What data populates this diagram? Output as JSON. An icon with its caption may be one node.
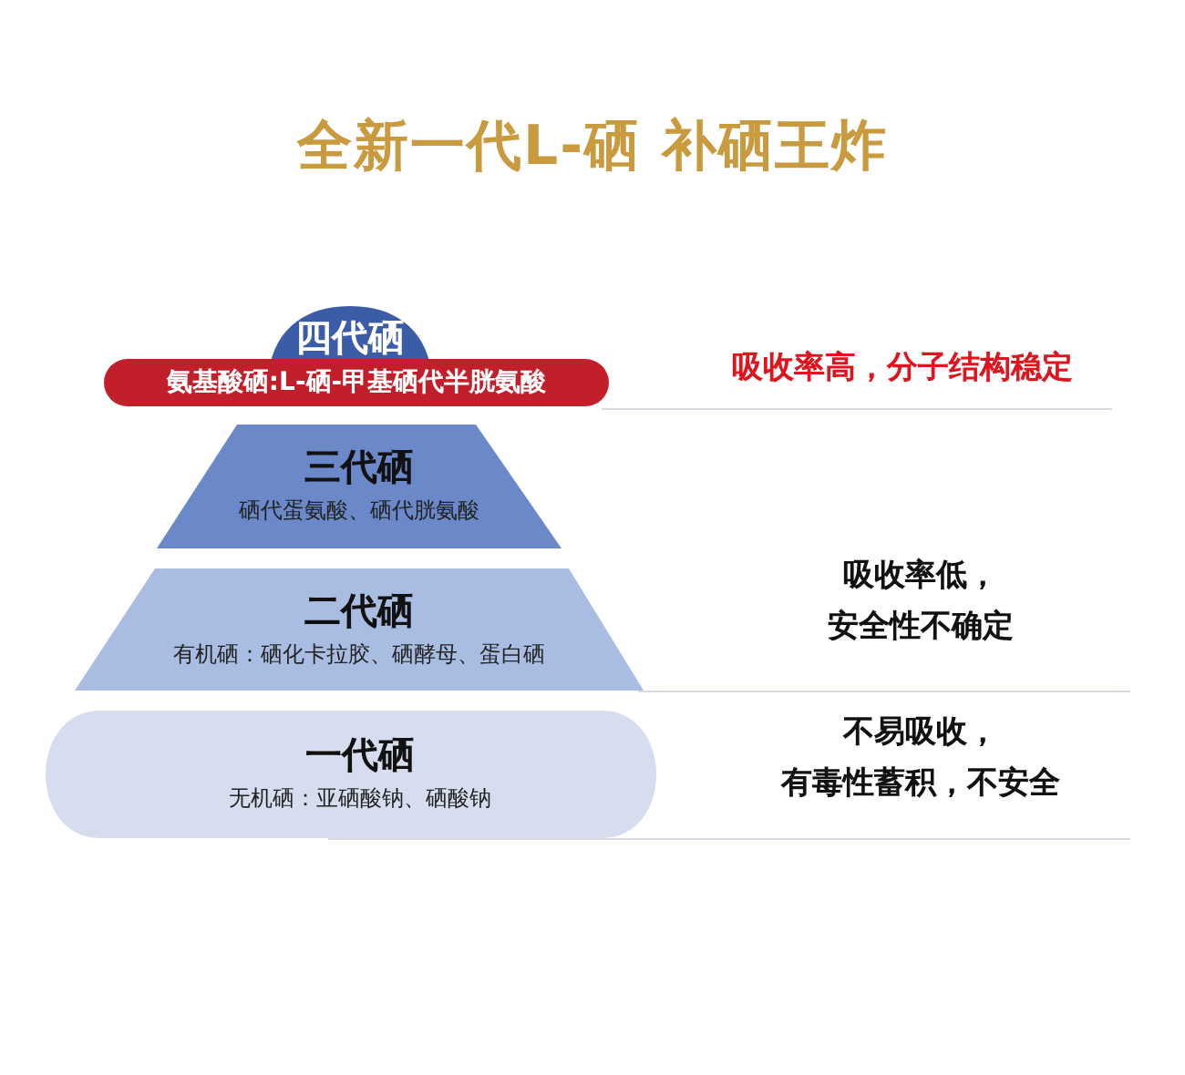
{
  "diagram": {
    "title": "全新一代L-硒 补硒王炸",
    "nodes": [
      {
        "text": [
          "四代硒"
        ]
      },
      {
        "text": [
          "氨基酸硒:L-硒-甲基硒代半胱氨酸"
        ]
      },
      {
        "text": [
          "三代硒",
          "硒代蛋氨酸、硒代胱氨酸"
        ]
      },
      {
        "text": [
          "二代硒",
          "有机硒：硒化卡拉胶、硒酵母、蛋白硒"
        ]
      },
      {
        "text": [
          "一代硒",
          "无机硒：亚硒酸钠、硒酸钠"
        ]
      }
    ],
    "labels": [
      "吸收率高，分子结构稳定",
      "吸收率低，安全性不确定",
      "不易吸收，有毒性蓄积，不安全"
    ],
    "edges": []
  }
}
